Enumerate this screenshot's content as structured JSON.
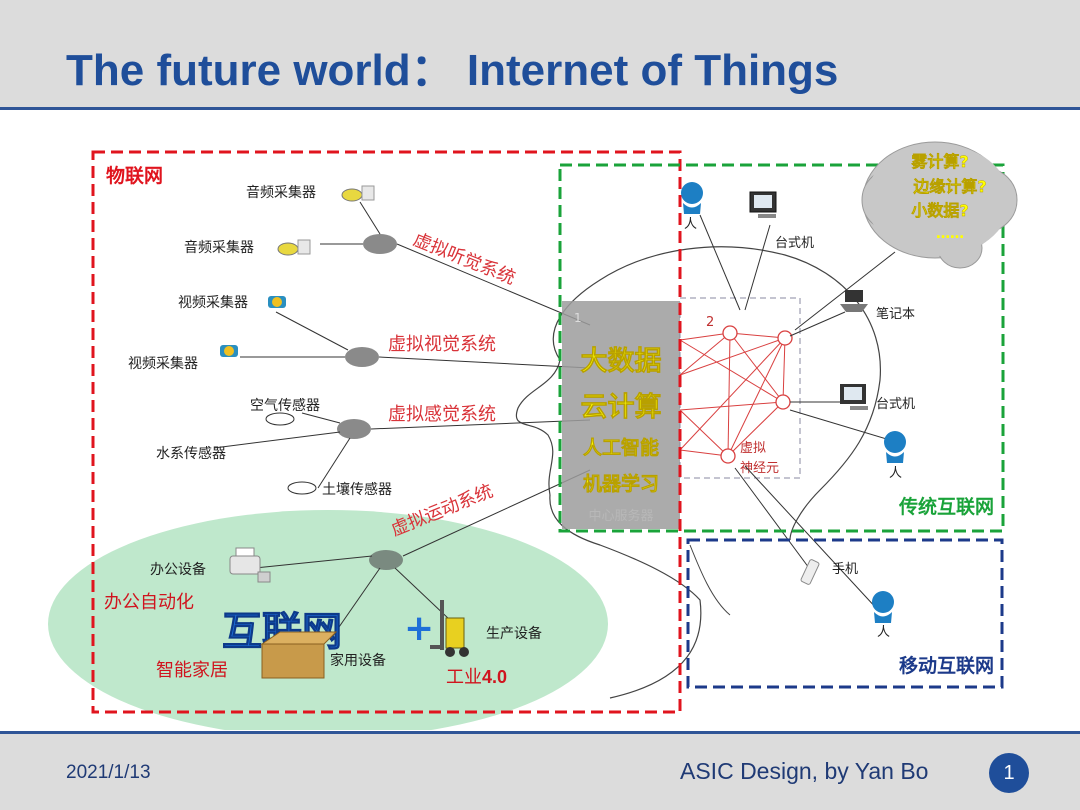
{
  "slide": {
    "title": "The future world： Internet of Things",
    "date": "2021/1/13",
    "credit": "ASIC Design, by Yan Bo",
    "page_number": "1"
  },
  "diagram": {
    "iot_label": "物联网",
    "internet_label": "传统互联网",
    "mobile_label": "移动互联网",
    "cloud_lines": [
      "雾计算?",
      "边缘计算?",
      "小数据?",
      "……"
    ],
    "center_lines": [
      "大数据",
      "云计算",
      "人工智能",
      "机器学习"
    ],
    "server_label": "中心服务器",
    "server_num": "1",
    "node_num": "2",
    "neuron_label_1": "虚拟",
    "neuron_label_2": "神经元",
    "systems": {
      "hearing": "虚拟听觉系统",
      "vision": "虚拟视觉系统",
      "sensing": "虚拟感觉系统",
      "motion": "虚拟运动系统"
    },
    "devices": {
      "audio_1": "音频采集器",
      "audio_2": "音频采集器",
      "video_1": "视频采集器",
      "video_2": "视频采集器",
      "air": "空气传感器",
      "water": "水系传感器",
      "soil": "土壤传感器",
      "office": "办公设备",
      "home": "家用设备",
      "production": "生产设备",
      "desktop_1": "台式机",
      "desktop_2": "台式机",
      "laptop": "笔记本",
      "phone": "手机",
      "person": "人"
    },
    "ellipse": {
      "office_auto": "办公自动化",
      "smart_home": "智能家居",
      "internet_plus": "互联网",
      "plus": "+",
      "industry_prefix": "工业",
      "industry_num": "4.0"
    }
  },
  "colors": {
    "title_blue": "#1f4e9a",
    "iot_red": "#e0141e",
    "internet_green": "#1aa33a",
    "mobile_navy": "#1c3a8a",
    "system_red": "#d9343a",
    "center_yellow": "#ffff00",
    "ellipse_green": "#bfe8cc"
  }
}
